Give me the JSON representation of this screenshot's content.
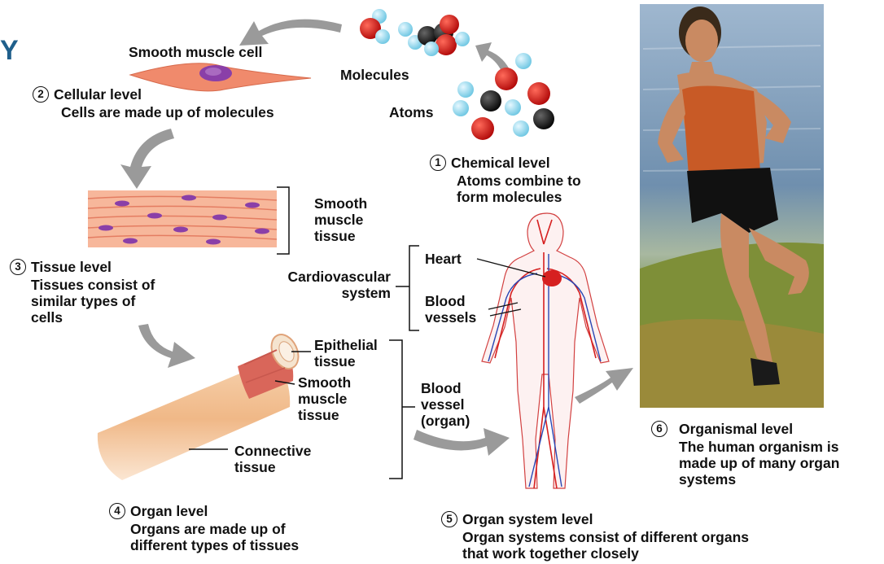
{
  "corner_text": "Y",
  "molecular": {
    "molecules_label": "Molecules",
    "atoms_label": "Atoms"
  },
  "levels": [
    {
      "number": "1",
      "title": "Chemical level",
      "desc": "Atoms combine to\nform molecules"
    },
    {
      "number": "2",
      "title": "Cellular level",
      "desc": "Cells are made up of molecules"
    },
    {
      "number": "3",
      "title": "Tissue level",
      "desc": "Tissues consist of\nsimilar types of\ncells"
    },
    {
      "number": "4",
      "title": "Organ level",
      "desc": "Organs are made up of\ndifferent types of tissues"
    },
    {
      "number": "5",
      "title": "Organ system level",
      "desc": "Organ systems consist of different organs\nthat work together closely"
    },
    {
      "number": "6",
      "title": "Organismal level",
      "desc": "The human organism is\nmade up of many organ\nsystems"
    }
  ],
  "cell": {
    "label": "Smooth muscle cell"
  },
  "tissue": {
    "label": "Smooth\nmuscle\ntissue"
  },
  "organ": {
    "epithelial": "Epithelial\ntissue",
    "smooth_muscle": "Smooth\nmuscle\ntissue",
    "connective": "Connective\ntissue",
    "blood_vessel": "Blood\nvessel\n(organ)"
  },
  "system": {
    "name": "Cardiovascular\nsystem",
    "heart": "Heart",
    "blood_vessels": "Blood\nvessels"
  },
  "colors": {
    "arrow": "#9a9a9a",
    "atom_red": "#cc1010",
    "atom_blue": "#7fd0e8",
    "atom_black": "#111111",
    "muscle_cell": "#f08a6c",
    "nucleus": "#8a3fa8",
    "vessel_outer": "#f3c79d",
    "vessel_inner": "#d9665a"
  }
}
